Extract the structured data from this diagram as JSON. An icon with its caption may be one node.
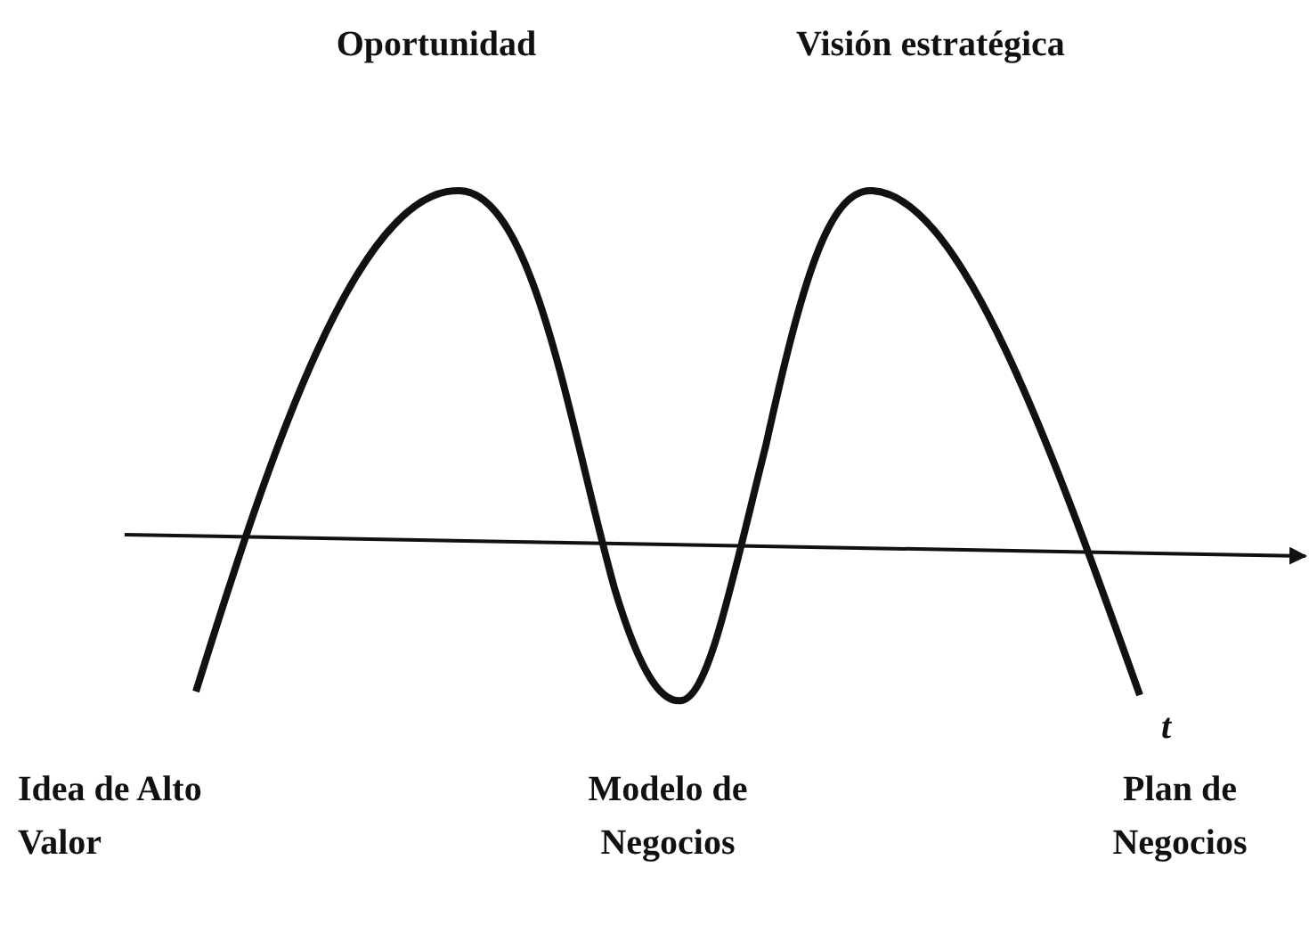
{
  "diagram": {
    "labels": [
      "Oportunidad",
      "Visión estratégica",
      "t",
      "Idea de Alto Valor",
      "Modelo de Negocios",
      "Plan de Negocios"
    ]
  }
}
